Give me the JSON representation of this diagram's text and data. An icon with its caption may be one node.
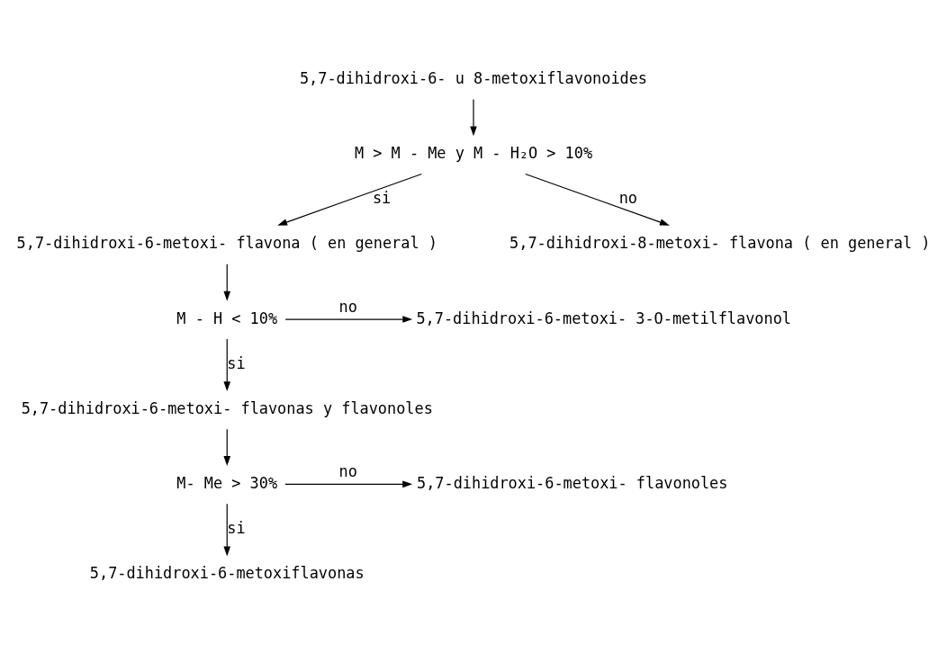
{
  "diagram": {
    "nodes": [
      {
        "text": [
          "5,7-dihidroxi-6- u 8-metoxiflavonoides"
        ]
      },
      {
        "text": [
          "M > M - Me y M - H₂O > 10%"
        ]
      },
      {
        "text": [
          "5,7-dihidroxi-6-metoxi- flavona ( en general )"
        ]
      },
      {
        "text": [
          "5,7-dihidroxi-8-metoxi- flavona ( en general )"
        ]
      },
      {
        "text": [
          "M - H < 10%"
        ]
      },
      {
        "text": [
          "5,7-dihidroxi-6-metoxi- 3-O-metilflavonol"
        ]
      },
      {
        "text": [
          "5,7-dihidroxi-6-metoxi- flavonas y flavonoles"
        ]
      },
      {
        "text": [
          "M- Me > 30%"
        ]
      },
      {
        "text": [
          "5,7-dihidroxi-6-metoxi- flavonoles"
        ]
      },
      {
        "text": [
          "5,7-dihidroxi-6-metoxiflavonas"
        ]
      }
    ],
    "edges": [
      {
        "from": 0,
        "to": 1,
        "arrow": "to"
      },
      {
        "from": 1,
        "to": 2,
        "arrow": "to",
        "label": "si"
      },
      {
        "from": 1,
        "to": 3,
        "arrow": "to",
        "label": "no"
      },
      {
        "from": 2,
        "to": 4,
        "arrow": "to"
      },
      {
        "from": 4,
        "to": 5,
        "arrow": "to",
        "label": "no"
      },
      {
        "from": 4,
        "to": 6,
        "arrow": "to",
        "label": "si"
      },
      {
        "from": 6,
        "to": 7,
        "arrow": "to"
      },
      {
        "from": 7,
        "to": 8,
        "arrow": "to",
        "label": "no"
      },
      {
        "from": 7,
        "to": 9,
        "arrow": "to",
        "label": "si"
      }
    ]
  }
}
